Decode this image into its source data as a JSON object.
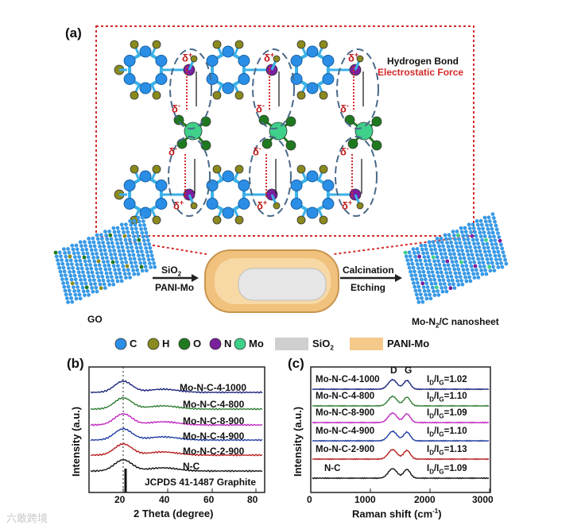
{
  "panel_a": {
    "label": "(a)",
    "legend_hbond": "Hydrogen Bond",
    "legend_electrostatic": "Electrostatic Force",
    "delta_plus": "δ",
    "delta_plus_sup": "+",
    "delta_minus": "δ",
    "delta_minus_sup": "-",
    "go_label": "GO",
    "step1_top": "SiO",
    "step1_top_sub": "2",
    "step1_bottom": "PANI-Mo",
    "step2_top": "Calcination",
    "step2_bottom": "Etching",
    "product_label_pre": "Mo-N",
    "product_label_sub": "2",
    "product_label_post": "/C nanosheet",
    "legend": [
      {
        "label": "C",
        "color": "#2a8ee6"
      },
      {
        "label": "H",
        "color": "#8a8a1e"
      },
      {
        "label": "O",
        "color": "#1f7a1f"
      },
      {
        "label": "N",
        "color": "#7a1f9e"
      },
      {
        "label": "Mo",
        "color": "#3fd08a"
      }
    ],
    "legend_sio2_pre": "SiO",
    "legend_sio2_sub": "2",
    "legend_panimo": "PANI-Mo",
    "colors": {
      "carbon": "#2a8ee6",
      "bond": "#3ab0e8",
      "hydrogen": "#8a8a1e",
      "oxygen": "#1f7a1f",
      "nitrogen": "#7a1f9e",
      "mo": "#3fd08a",
      "frame_red": "#d42a2a",
      "ellipse": "#4a6a8a",
      "sio2": "#cfcfcf",
      "panimo": "#f4c98a"
    }
  },
  "panel_b": {
    "label": "(b)",
    "ylabel": "Intensity (a.u.)",
    "xlabel": "2 Theta (degree)",
    "xticks": [
      "20",
      "40",
      "60",
      "80"
    ],
    "series_labels": [
      "Mo-N-C-4-1000",
      "Mo-N-C-4-800",
      "Mo-N-C-8-900",
      "Mo-N-C-4-900",
      "Mo-N-C-2-900",
      "N-C"
    ],
    "reference_label": "JCPDS 41-1487 Graphite"
  },
  "panel_c": {
    "label": "(c)",
    "ylabel": "Intensity (a.u.)",
    "xlabel": "Raman shift (cm",
    "xlabel_sup": "-1",
    "xlabel_end": ")",
    "xticks": [
      "0",
      "1000",
      "2000",
      "3000"
    ],
    "peak_d": "D",
    "peak_g": "G",
    "series_labels": [
      "Mo-N-C-4-1000",
      "Mo-N-C-4-800",
      "Mo-N-C-8-900",
      "Mo-N-C-4-900",
      "Mo-N-C-2-900",
      "N-C"
    ],
    "ratios": [
      "=1.02",
      "=1.10",
      "=1.09",
      "=1.10",
      "=1.13",
      "=1.09"
    ],
    "ratio_i": "I",
    "ratio_d": "D",
    "ratio_g": "G",
    "ratio_slash": "/I"
  },
  "series_colors": [
    "#1a237e",
    "#2e7d32",
    "#c026c0",
    "#1e3aa0",
    "#b71c1c",
    "#111111"
  ],
  "watermark": "六敢跨境"
}
